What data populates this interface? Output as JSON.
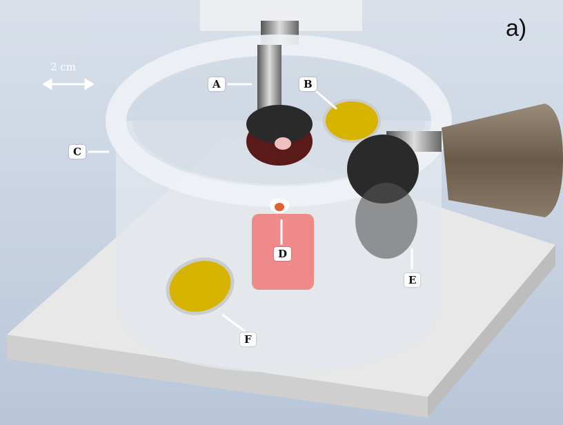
{
  "panel_label": "a)",
  "scale_bar": "2 cm",
  "labels": {
    "A": "A",
    "B": "B",
    "C": "C",
    "D": "D",
    "E": "E",
    "F": "F"
  },
  "colors": {
    "background": "#c8d3e3",
    "base": "#e6e6e6",
    "holder": "#5a1a1a",
    "mirror": "#d6b400",
    "target": "#f08080",
    "coil": "#7a6a5a"
  }
}
